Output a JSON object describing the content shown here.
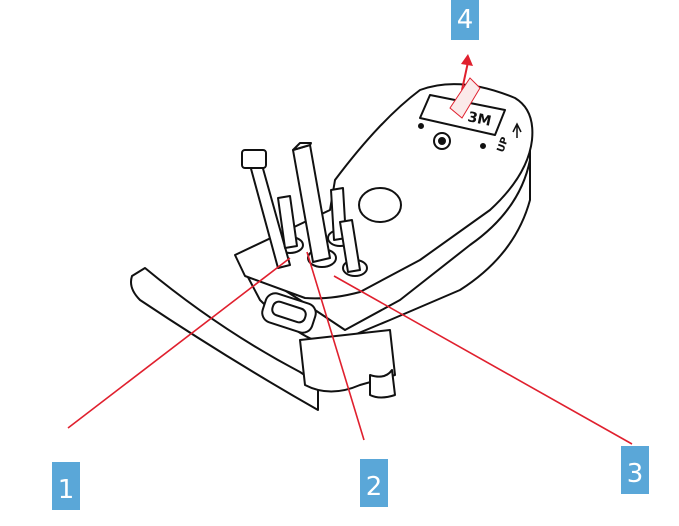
{
  "device": {
    "label_text": "3M",
    "up_text": "UP"
  },
  "callouts": [
    {
      "number": "1"
    },
    {
      "number": "2"
    },
    {
      "number": "3"
    },
    {
      "number": "4"
    }
  ],
  "colors": {
    "callout_fill": "#5aa7d8",
    "callout_text": "#ffffff",
    "leader_line": "#e0202e",
    "outline": "#111111"
  }
}
